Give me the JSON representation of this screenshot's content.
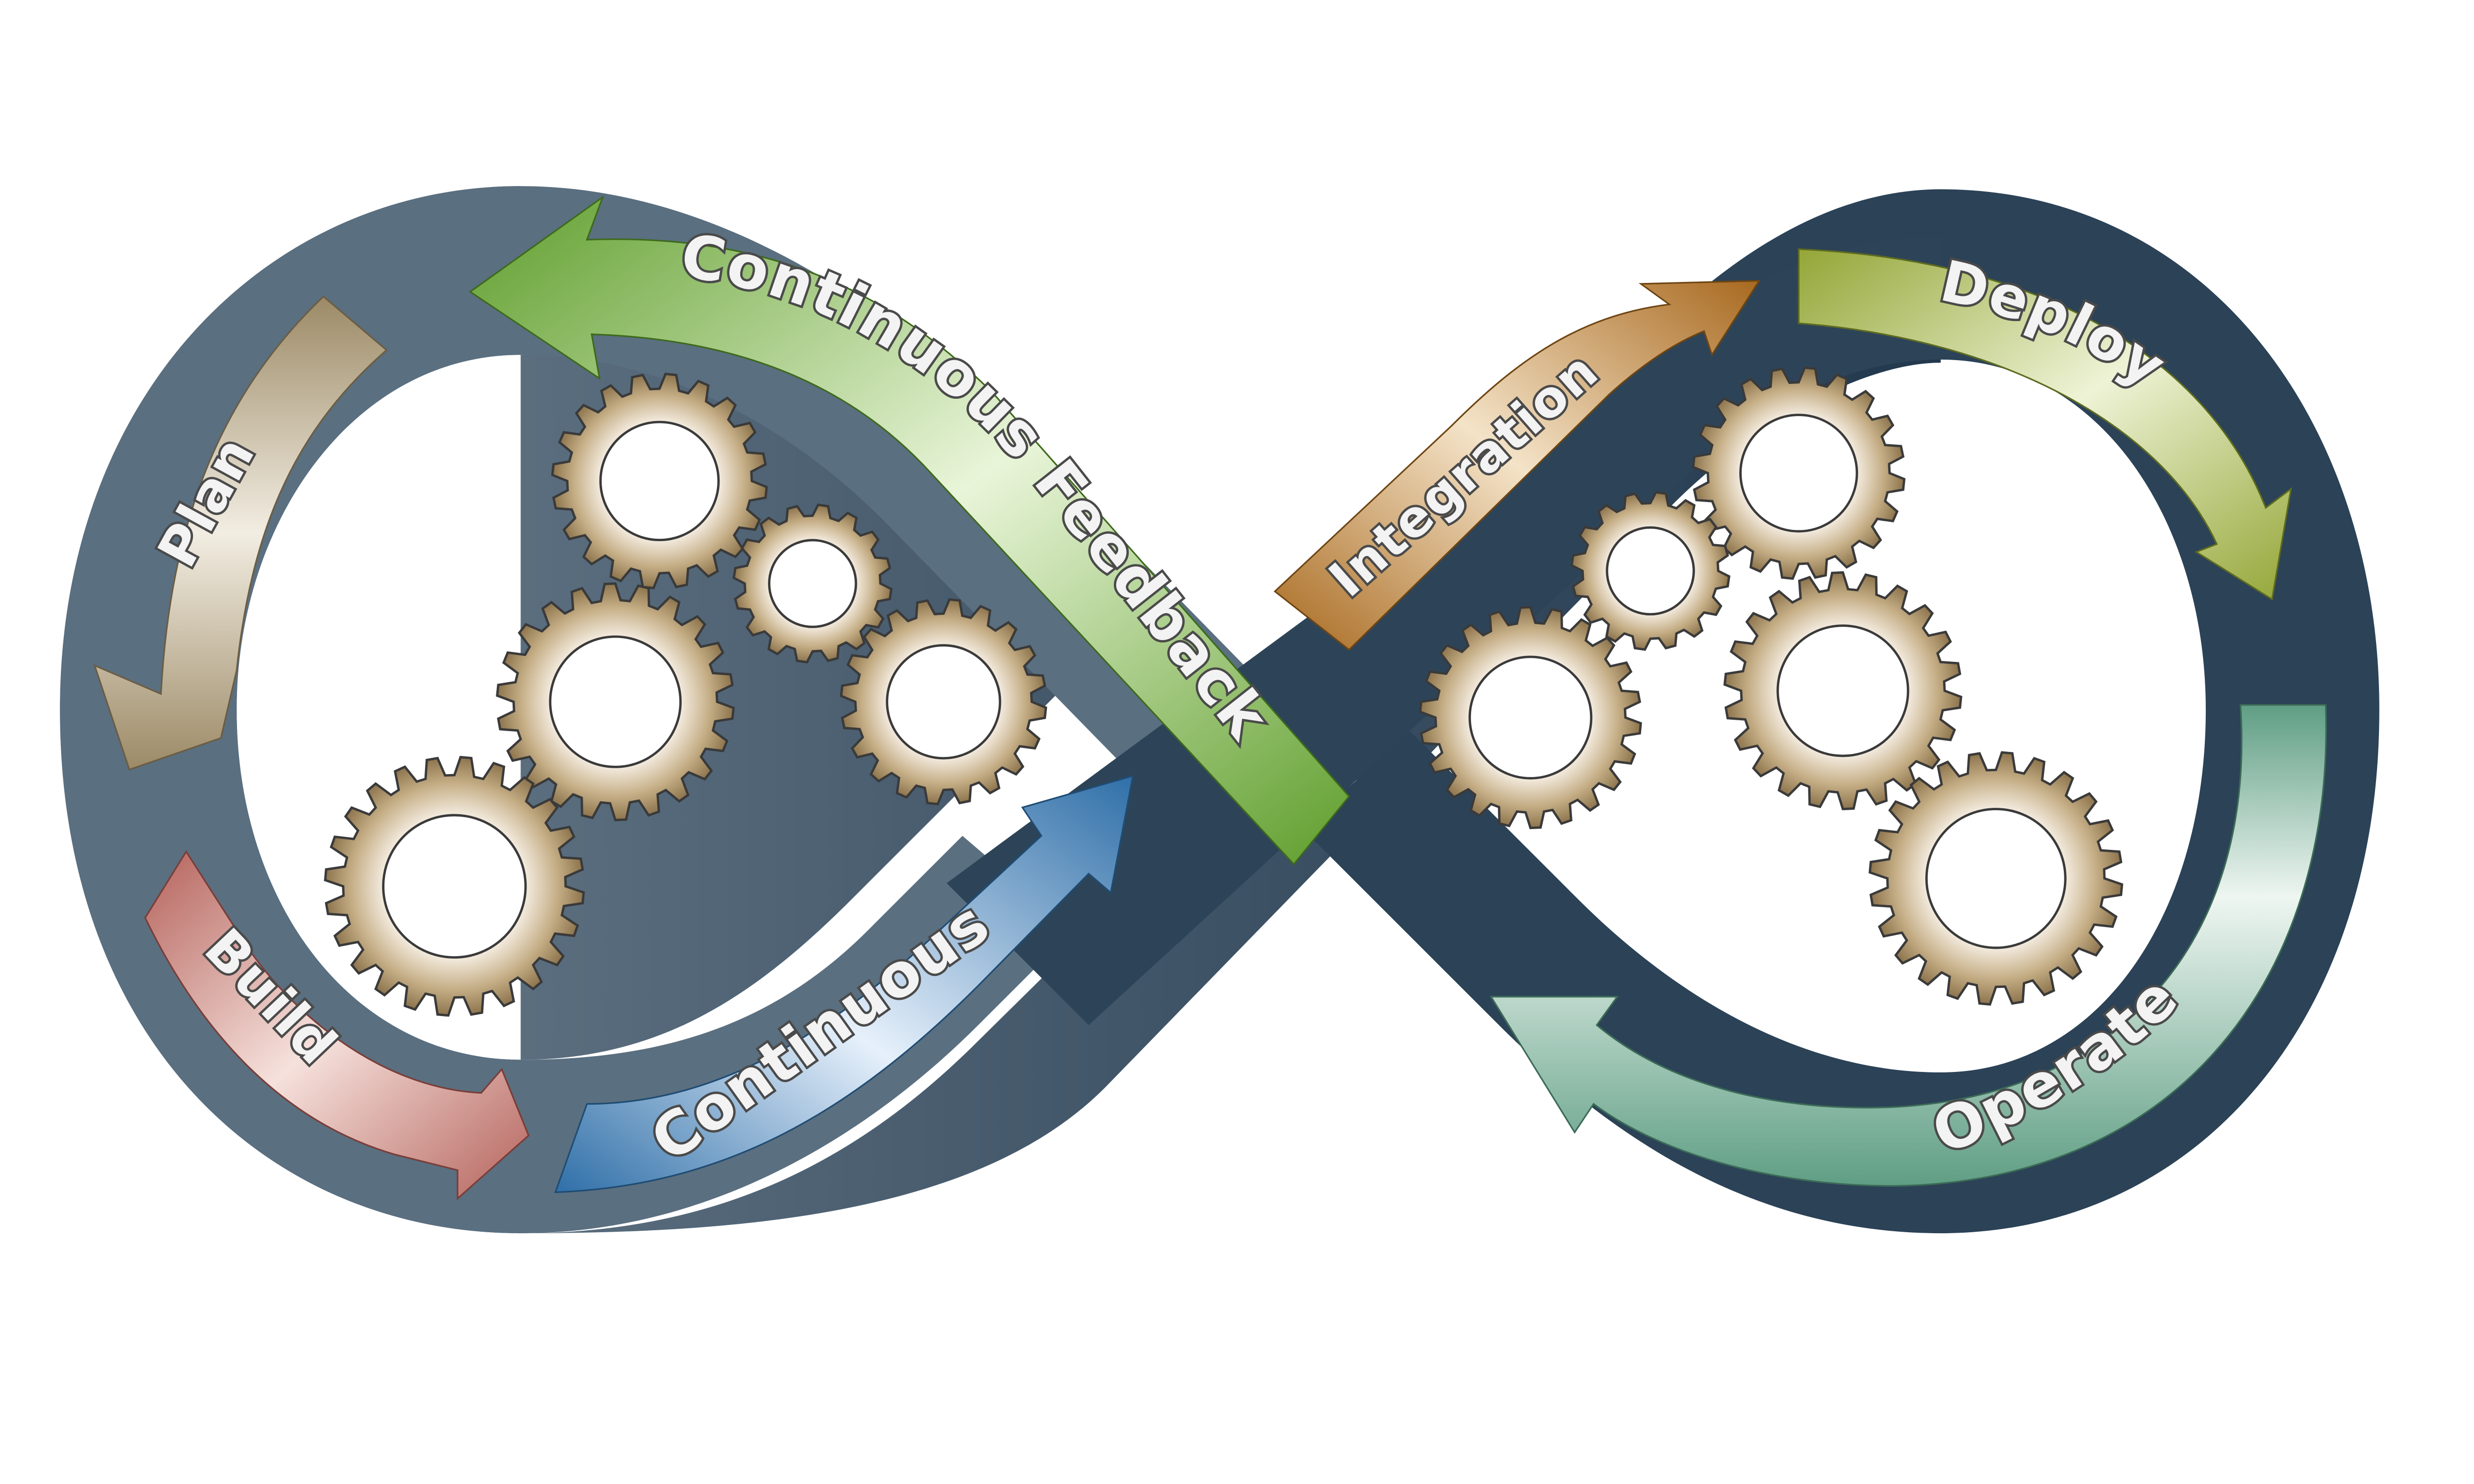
{
  "diagram": {
    "stages": [
      {
        "id": "plan",
        "label": "Plan",
        "color": "#9c8a66"
      },
      {
        "id": "build",
        "label": "Build",
        "color": "#b5635c"
      },
      {
        "id": "continuous",
        "label": "Continuous",
        "color": "#2f6fa8"
      },
      {
        "id": "feedback",
        "label": "Continuous Feedback",
        "color": "#5f9e2c"
      },
      {
        "id": "integration",
        "label": "Integration",
        "color": "#a8691f"
      },
      {
        "id": "deploy",
        "label": "Deploy",
        "color": "#94a637"
      },
      {
        "id": "operate",
        "label": "Operate",
        "color": "#5f9e84"
      }
    ],
    "colors": {
      "band_left": "#6e8190",
      "band_right": "#22384d",
      "gear": "#a68d63",
      "gear_stroke": "#3a3a3a"
    },
    "icons": [
      "gear-icon"
    ]
  }
}
